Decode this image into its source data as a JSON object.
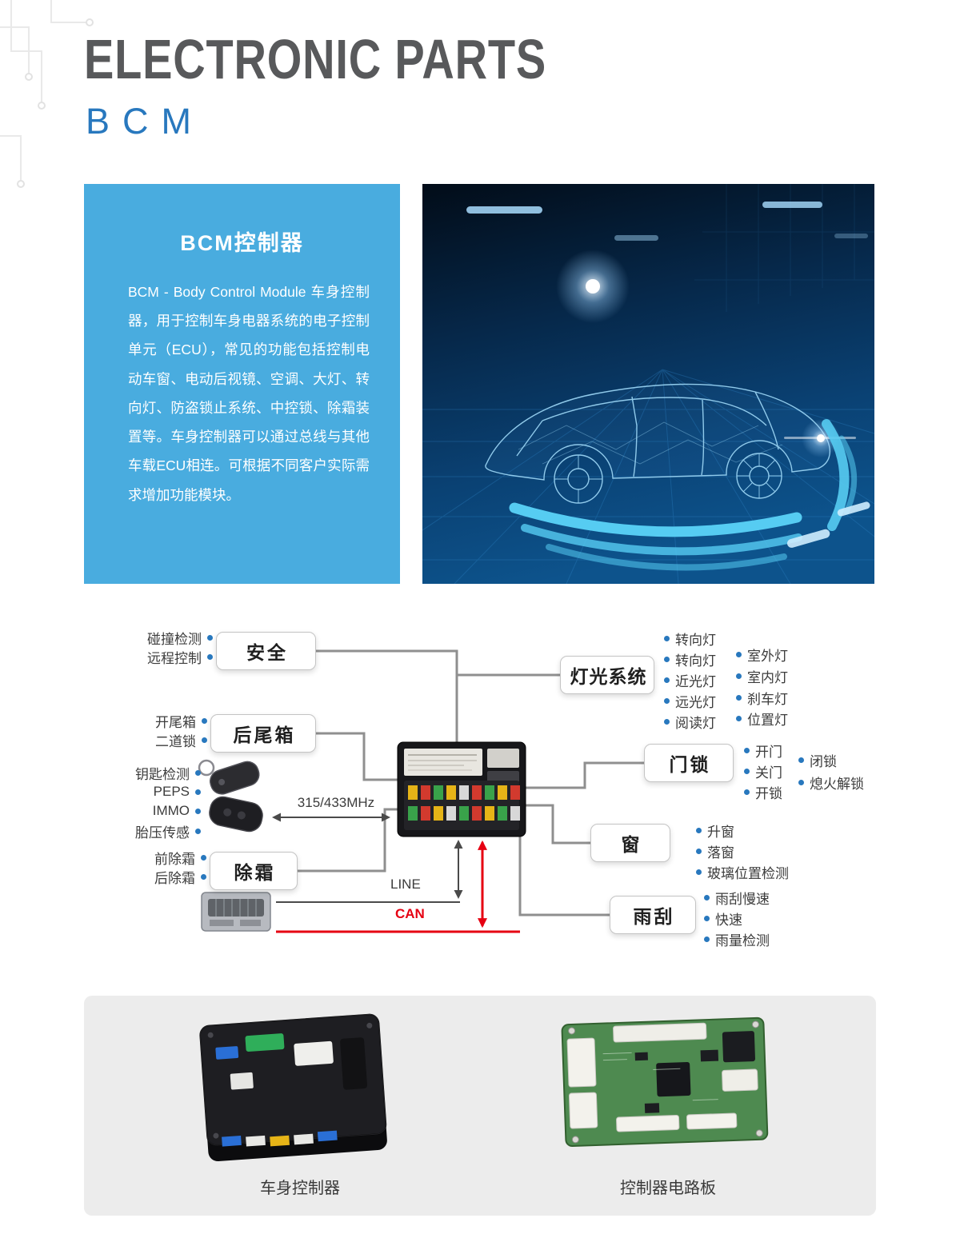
{
  "header": {
    "title": "ELECTRONIC PARTS",
    "subtitle": "BCM"
  },
  "intro": {
    "title": "BCM控制器",
    "body": "BCM - Body Control Module 车身控制器，用于控制车身电器系统的电子控制单元（ECU），常见的功能包括控制电动车窗、电动后视镜、空调、大灯、转向灯、防盗锁止系统、中控锁、除霜装置等。车身控制器可以通过总线与其他车载ECU相连。可根据不同客户实际需求增加功能模块。"
  },
  "diagram": {
    "security": {
      "label": "安全",
      "inputs": [
        "碰撞检测",
        "远程控制"
      ]
    },
    "trunk": {
      "label": "后尾箱",
      "inputs": [
        "开尾箱",
        "二道锁"
      ]
    },
    "key": {
      "inputs": [
        "钥匙检测",
        "PEPS",
        "IMMO",
        "胎压传感"
      ],
      "rf": "315/433MHz"
    },
    "defrost": {
      "label": "除霜",
      "inputs": [
        "前除霜",
        "后除霜"
      ]
    },
    "lighting": {
      "label": "灯光系统",
      "col1": [
        "转向灯",
        "转向灯",
        "近光灯",
        "远光灯",
        "阅读灯"
      ],
      "col2": [
        "室外灯",
        "室内灯",
        "刹车灯",
        "位置灯"
      ]
    },
    "doorlock": {
      "label": "门锁",
      "col1": [
        "开门",
        "关门",
        "开锁"
      ],
      "col2": [
        "闭锁",
        "熄火解锁"
      ]
    },
    "window": {
      "label": "窗",
      "items": [
        "升窗",
        "落窗",
        "玻璃位置检测"
      ]
    },
    "wiper": {
      "label": "雨刮",
      "items": [
        "雨刮慢速",
        "快速",
        "雨量检测"
      ]
    },
    "bus": {
      "line": "LINE",
      "can": "CAN"
    }
  },
  "products": {
    "left_caption": "车身控制器",
    "right_caption": "控制器电路板"
  },
  "colors": {
    "accent_blue": "#2878BE",
    "panel_blue": "#49ACDF",
    "can_red": "#E60012",
    "title_gray": "#58595B"
  }
}
